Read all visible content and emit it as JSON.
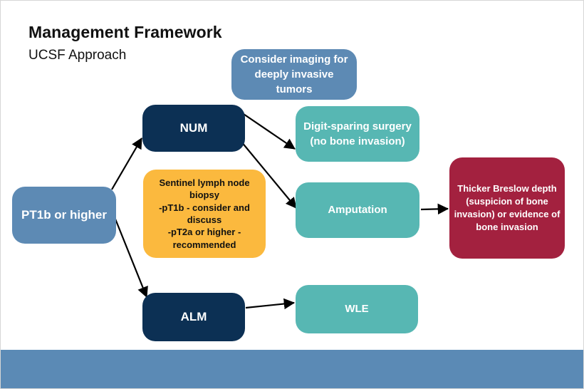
{
  "header": {
    "title": "Management Framework",
    "subtitle": "UCSF Approach"
  },
  "nodes": {
    "pt1b": "PT1b or higher",
    "num": "NUM",
    "alm": "ALM",
    "imaging": "Consider imaging for deeply invasive tumors",
    "digit_sparing": "Digit-sparing surgery (no bone invasion)",
    "amputation": "Amputation",
    "wle": "WLE",
    "slnb": {
      "line1": "Sentinel lymph node biopsy",
      "line2": "-pT1b - consider and discuss",
      "line3": "-pT2a or higher - recommended"
    },
    "breslow": "Thicker Breslow depth (suspicion of bone invasion) or evidence of bone invasion"
  },
  "colors": {
    "light_blue": "#5d8ab4",
    "navy": "#0c3054",
    "teal": "#57b7b3",
    "amber": "#fbb93e",
    "crimson": "#a3213f",
    "footer": "#5b8ab5"
  },
  "edges": [
    {
      "from": "pt1b",
      "to": "num"
    },
    {
      "from": "pt1b",
      "to": "alm"
    },
    {
      "from": "num",
      "to": "digit_sparing"
    },
    {
      "from": "num",
      "to": "amputation"
    },
    {
      "from": "amputation",
      "to": "breslow"
    },
    {
      "from": "alm",
      "to": "wle"
    }
  ]
}
